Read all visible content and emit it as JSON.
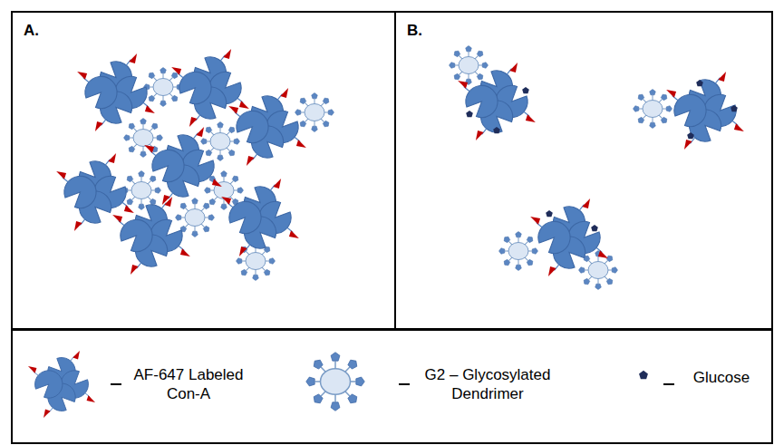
{
  "diagram": {
    "nodes": [
      {
        "text": [
          "A."
        ]
      },
      {
        "text": [
          "B."
        ]
      }
    ],
    "legend": [
      {
        "text": "AF-647 Labeled Con-A"
      },
      {
        "text": "G2 – Glycosylated Dendrimer"
      },
      {
        "text": "Glucose"
      }
    ]
  }
}
